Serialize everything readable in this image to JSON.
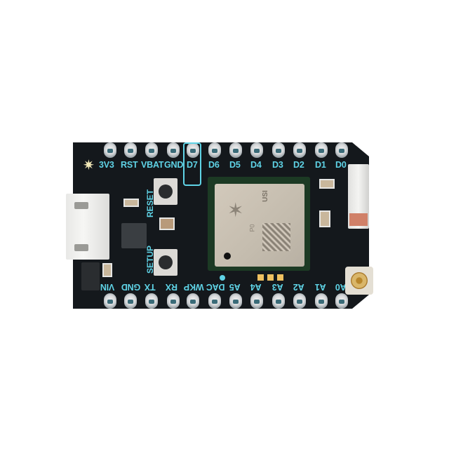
{
  "product": {
    "description": "Particle Photon Wi-Fi development board, top view",
    "board_color": "#14181c",
    "silkscreen_color": "#5fd3e6"
  },
  "top_pins": [
    "3V3",
    "RST",
    "VBAT",
    "GND",
    "D7",
    "D6",
    "D5",
    "D4",
    "D3",
    "D2",
    "D1",
    "D0"
  ],
  "bottom_pins": [
    "VIN",
    "GND",
    "TX",
    "RX",
    "WKP",
    "DAC",
    "A5",
    "A4",
    "A3",
    "A2",
    "A1",
    "A0"
  ],
  "buttons": {
    "reset_label": "RESET",
    "setup_label": "SETUP"
  },
  "module": {
    "brand_mark": "USI",
    "logo": "star",
    "text": "P0"
  },
  "logo": {
    "icon": "particle-star-icon"
  }
}
